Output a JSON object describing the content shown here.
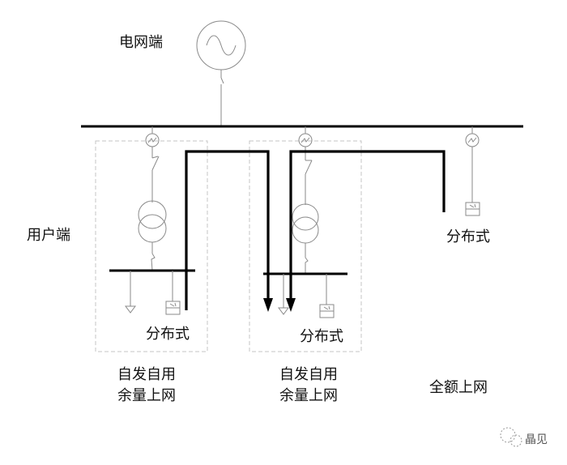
{
  "labels": {
    "grid_side": "电网端",
    "user_side": "用户端",
    "distributed_1": "分布式",
    "distributed_2": "分布式",
    "distributed_3": "分布式",
    "mode_1_line1": "自发自用",
    "mode_1_line2": "余量上网",
    "mode_2_line1": "自发自用",
    "mode_2_line2": "余量上网",
    "mode_3": "全额上网"
  },
  "watermark": {
    "text": "晶见",
    "icon": "wechat-logo-icon"
  },
  "colors": {
    "bus": "#000000",
    "wire": "#8a8a8a",
    "box": "#c4c4c4"
  }
}
